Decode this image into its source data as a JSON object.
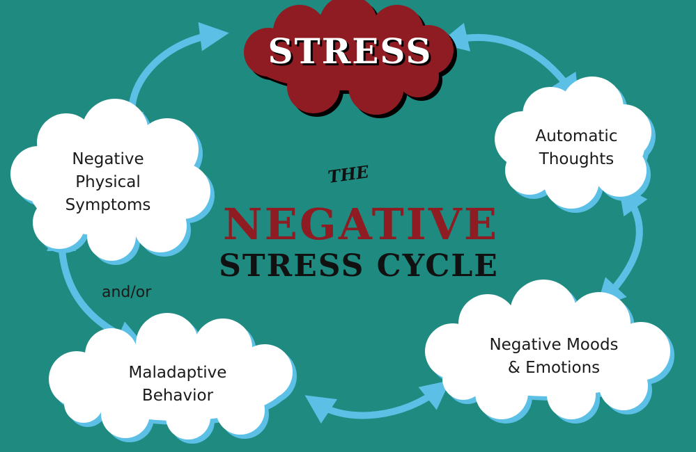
{
  "title": {
    "the": "THE",
    "line1": "NEGATIVE",
    "line2": "STRESS CYCLE"
  },
  "nodes": {
    "stress": "STRESS",
    "automatic_thoughts": [
      "Automatic",
      "Thoughts"
    ],
    "negative_moods": [
      "Negative Moods",
      "& Emotions"
    ],
    "maladaptive_behavior": [
      "Maladaptive",
      "Behavior"
    ],
    "negative_physical": [
      "Negative",
      "Physical",
      "Symptoms"
    ]
  },
  "connector_note": "and/or",
  "colors": {
    "background": "#1f8a80",
    "stress_cloud": "#8f1c22",
    "cloud": "#ffffff",
    "cloud_shadow": "#5cc0e6",
    "arrow": "#5cc0e6",
    "negative_text": "#8f1c22"
  }
}
